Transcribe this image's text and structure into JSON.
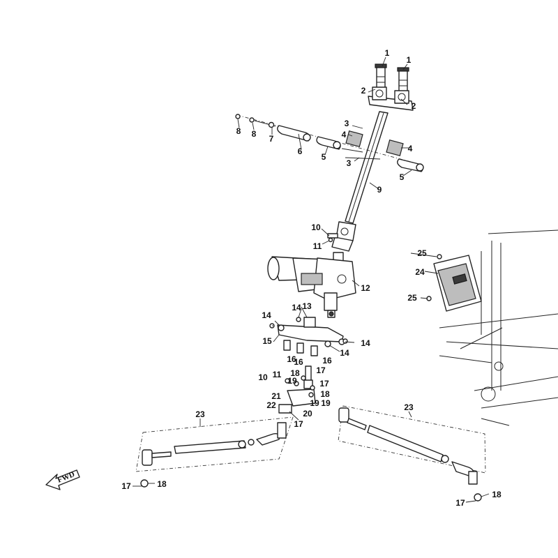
{
  "callouts": [
    {
      "id": "c1a",
      "text": "1"
    },
    {
      "id": "c1b",
      "text": "1"
    },
    {
      "id": "c2a",
      "text": "2"
    },
    {
      "id": "c2b",
      "text": "2"
    },
    {
      "id": "c3a",
      "text": "3"
    },
    {
      "id": "c3b",
      "text": "3"
    },
    {
      "id": "c4a",
      "text": "4"
    },
    {
      "id": "c4b",
      "text": "4"
    },
    {
      "id": "c5a",
      "text": "5"
    },
    {
      "id": "c5b",
      "text": "5"
    },
    {
      "id": "c6",
      "text": "6"
    },
    {
      "id": "c7",
      "text": "7"
    },
    {
      "id": "c8a",
      "text": "8"
    },
    {
      "id": "c8b",
      "text": "8"
    },
    {
      "id": "c9",
      "text": "9"
    },
    {
      "id": "c10a",
      "text": "10"
    },
    {
      "id": "c10b",
      "text": "10"
    },
    {
      "id": "c11a",
      "text": "11"
    },
    {
      "id": "c11b",
      "text": "11"
    },
    {
      "id": "c12",
      "text": "12"
    },
    {
      "id": "c13",
      "text": "13"
    },
    {
      "id": "c14a",
      "text": "14"
    },
    {
      "id": "c14b",
      "text": "14"
    },
    {
      "id": "c14c",
      "text": "14"
    },
    {
      "id": "c14d",
      "text": "14"
    },
    {
      "id": "c15",
      "text": "15"
    },
    {
      "id": "c16a",
      "text": "16"
    },
    {
      "id": "c16b",
      "text": "16"
    },
    {
      "id": "c16c",
      "text": "16"
    },
    {
      "id": "c17a",
      "text": "17"
    },
    {
      "id": "c17b",
      "text": "17"
    },
    {
      "id": "c17c",
      "text": "17"
    },
    {
      "id": "c17d",
      "text": "17"
    },
    {
      "id": "c17e",
      "text": "17"
    },
    {
      "id": "c18a",
      "text": "18"
    },
    {
      "id": "c18b",
      "text": "18"
    },
    {
      "id": "c18c",
      "text": "18"
    },
    {
      "id": "c18d",
      "text": "18"
    },
    {
      "id": "c19a",
      "text": "19"
    },
    {
      "id": "c19b",
      "text": "19"
    },
    {
      "id": "c19c",
      "text": "19"
    },
    {
      "id": "c20",
      "text": "20"
    },
    {
      "id": "c21",
      "text": "21"
    },
    {
      "id": "c22",
      "text": "22"
    },
    {
      "id": "c23a",
      "text": "23"
    },
    {
      "id": "c23b",
      "text": "23"
    },
    {
      "id": "c24",
      "text": "24"
    },
    {
      "id": "c25a",
      "text": "25"
    },
    {
      "id": "c25b",
      "text": "25"
    }
  ],
  "fwd_label": "FWD",
  "colors": {
    "line": "#222222",
    "fill": "#ffffff",
    "dark": "#3a3a3a",
    "grey": "#bdbdbd"
  }
}
